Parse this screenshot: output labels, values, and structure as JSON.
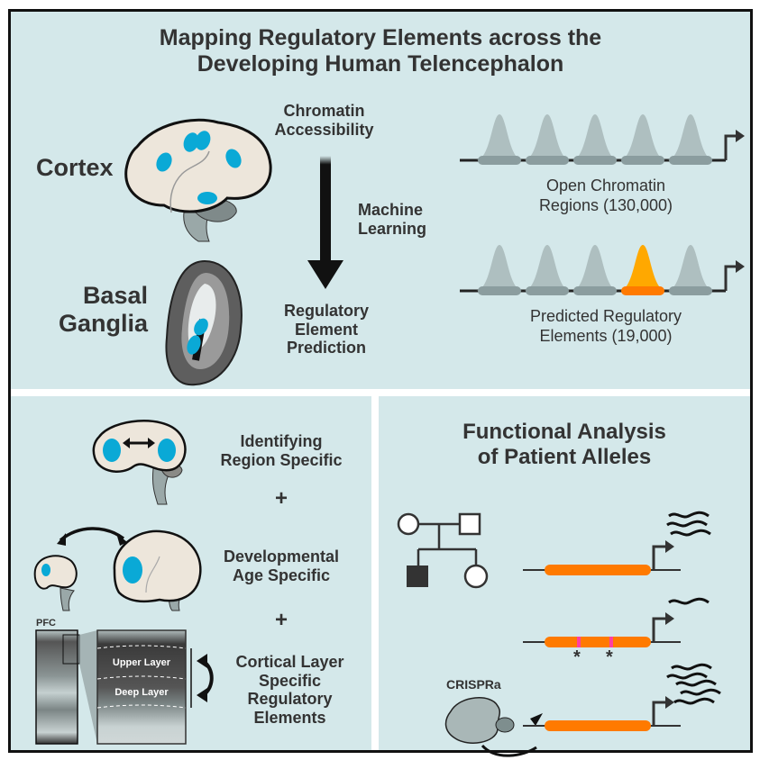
{
  "title": {
    "line1": "Mapping Regulatory Elements across the",
    "line2": "Developing Human Telencephalon"
  },
  "top_panel": {
    "regions": {
      "cortex": "Cortex",
      "basal_ganglia_line1": "Basal",
      "basal_ganglia_line2": "Ganglia"
    },
    "pipeline": {
      "input_line1": "Chromatin",
      "input_line2": "Accessibility",
      "method_line1": "Machine",
      "method_line2": "Learning",
      "output_line1": "Regulatory",
      "output_line2": "Element",
      "output_line3": "Prediction"
    },
    "tracks": [
      {
        "label_line1": "Open Chromatin",
        "label_line2": "Regions (130,000)",
        "highlighted_peak_index": null
      },
      {
        "label_line1": "Predicted Regulatory",
        "label_line2": "Elements (19,000)",
        "highlighted_peak_index": 3
      }
    ]
  },
  "bottom_left_panel": {
    "items": [
      {
        "line1": "Identifying",
        "line2": "Region Specific"
      },
      {
        "line1": "Developmental",
        "line2": "Age Specific"
      },
      {
        "line1": "Cortical Layer",
        "line2": "Specific",
        "line3": "Regulatory",
        "line4": "Elements"
      }
    ],
    "plus": "+",
    "pfc_label": "PFC",
    "upper_layer": "Upper Layer",
    "deep_layer": "Deep Layer"
  },
  "bottom_right_panel": {
    "title_line1": "Functional Analysis",
    "title_line2": "of Patient Alleles",
    "crispra_label": "CRISPRa",
    "mutation_marker": "*"
  },
  "colors": {
    "panel_bg": "#d4e8ea",
    "region_blue": "#0aa9d6",
    "brain_fill": "#ede6db",
    "peak_gray": "#aebfc0",
    "base_gray": "#8b9d9f",
    "highlight_peak": "#ffa800",
    "highlight_base": "#ff7a00",
    "mutation_pink": "#ff3fa0"
  }
}
